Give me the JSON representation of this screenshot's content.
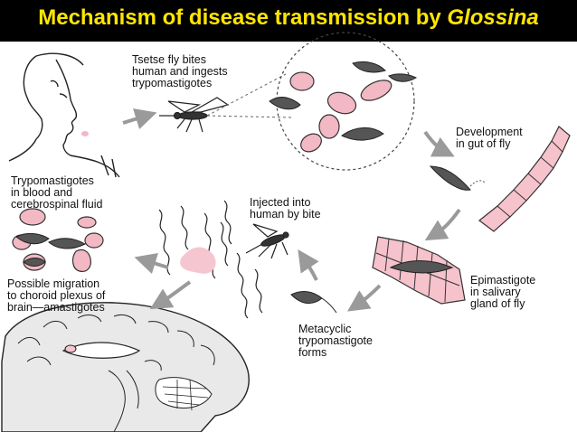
{
  "slide": {
    "title_main": "Mechanism of disease transmission by ",
    "title_italic": "Glossina",
    "title_color": "#ffe600",
    "title_bar_color": "#000000"
  },
  "labels": {
    "fly_bites": "Tsetse fly bites\nhuman and ingests\ntrypomastigotes",
    "development": "Development\nin gut of fly",
    "epimastigote": "Epimastigote\nin salivary\ngland of fly",
    "metacyclic": "Metacyclic\ntrypomastigote\nforms",
    "injected": "Injected into\nhuman by bite",
    "trypo_blood": "Trypomastigotes\nin blood and\ncerebrospinal fluid",
    "migration": "Possible migration\nto choroid plexus of\nbrain—amastigotes"
  },
  "colors": {
    "rbc_fill": "#f2b8c4",
    "rbc_stroke": "#333333",
    "parasite": "#555555",
    "arrow": "#9a9a9a",
    "cell_fill": "#f6c2cc",
    "blood_patch": "#f6c6d0",
    "brain_fill": "#e9e9e9"
  }
}
